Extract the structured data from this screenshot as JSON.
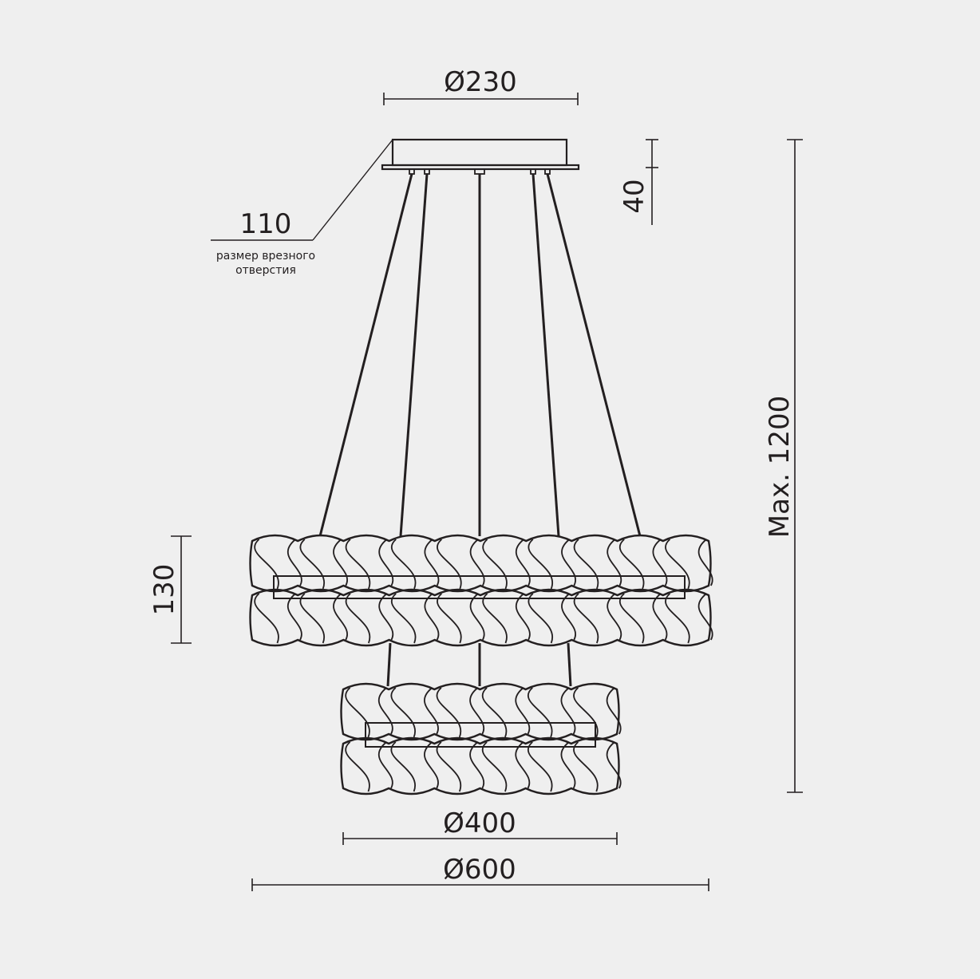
{
  "dimensions": {
    "canopy_diameter": "Ø230",
    "cutout_size": "110",
    "cutout_caption_line1": "размер врезного",
    "cutout_caption_line2": "отверстия",
    "canopy_height": "40",
    "ring_height": "130",
    "max_height": "Max. 1200",
    "lower_ring_diameter": "Ø400",
    "upper_ring_diameter": "Ø600"
  },
  "colors": {
    "background": "#efefef",
    "line": "#231f20"
  }
}
